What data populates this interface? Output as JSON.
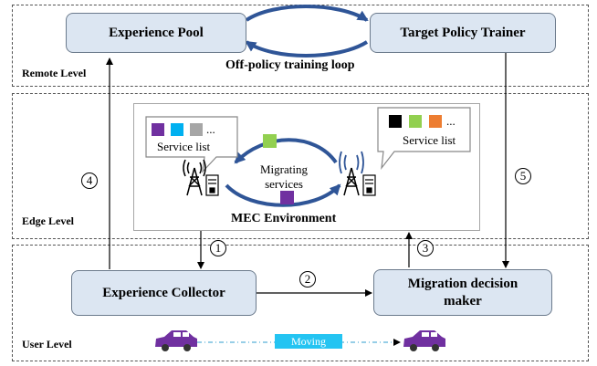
{
  "levels": {
    "remote": "Remote Level",
    "edge": "Edge Level",
    "user": "User Level"
  },
  "nodes": {
    "experience_pool": "Experience Pool",
    "target_policy_trainer": "Target Policy Trainer",
    "experience_collector": "Experience Collector",
    "migration_decision_maker": "Migration decision maker"
  },
  "labels": {
    "training_loop": "Off-policy training loop",
    "mec_environment": "MEC Environment",
    "migrating_services": "Migrating services",
    "service_list_left": "Service list",
    "service_list_right": "Service list",
    "ellipsis": "...",
    "moving": "Moving"
  },
  "steps": [
    "1",
    "2",
    "3",
    "4",
    "5"
  ],
  "colors": {
    "node_fill": "#dce6f2",
    "arrow_blue": "#2f5597",
    "service_purple": "#7030a0",
    "service_cyan": "#00b0f0",
    "service_gray": "#a6a6a6",
    "service_black": "#000000",
    "service_green": "#92d050",
    "service_orange": "#ed7d31",
    "car": "#7030a0",
    "moving_bar": "#24c4f2"
  }
}
